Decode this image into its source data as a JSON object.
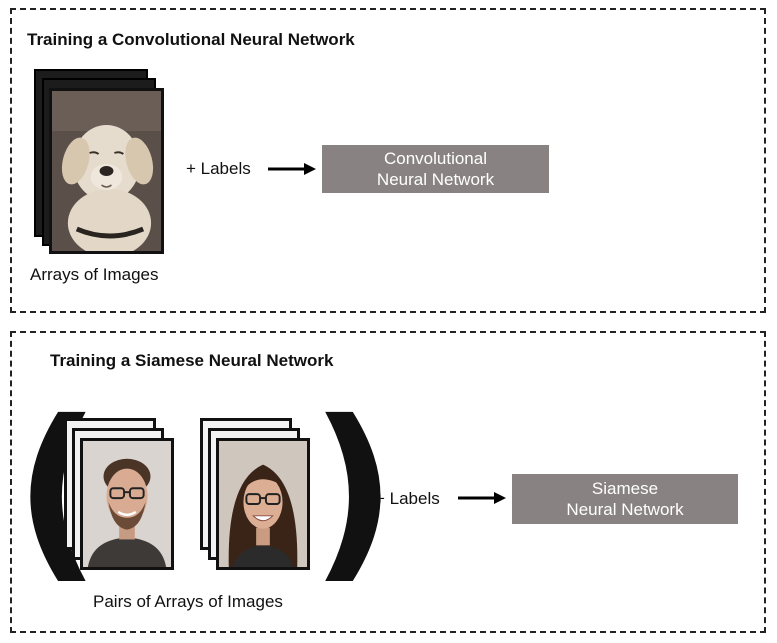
{
  "cnn": {
    "title": "Training a Convolutional Neural Network",
    "caption": "Arrays of Images",
    "labels": "+ Labels",
    "network_line1": "Convolutional",
    "network_line2": "Neural Network",
    "image_icon": "dog-photo-icon"
  },
  "siamese": {
    "title": "Training a Siamese Neural Network",
    "caption": "Pairs of Arrays of Images",
    "labels": "+ Labels",
    "network_line1": "Siamese",
    "network_line2": "Neural Network",
    "image_icons": [
      "man-face-photo-icon",
      "woman-face-photo-icon"
    ],
    "open_paren": "(",
    "close_paren": ")"
  },
  "colors": {
    "network_box": "#888382",
    "border": "#222222"
  }
}
